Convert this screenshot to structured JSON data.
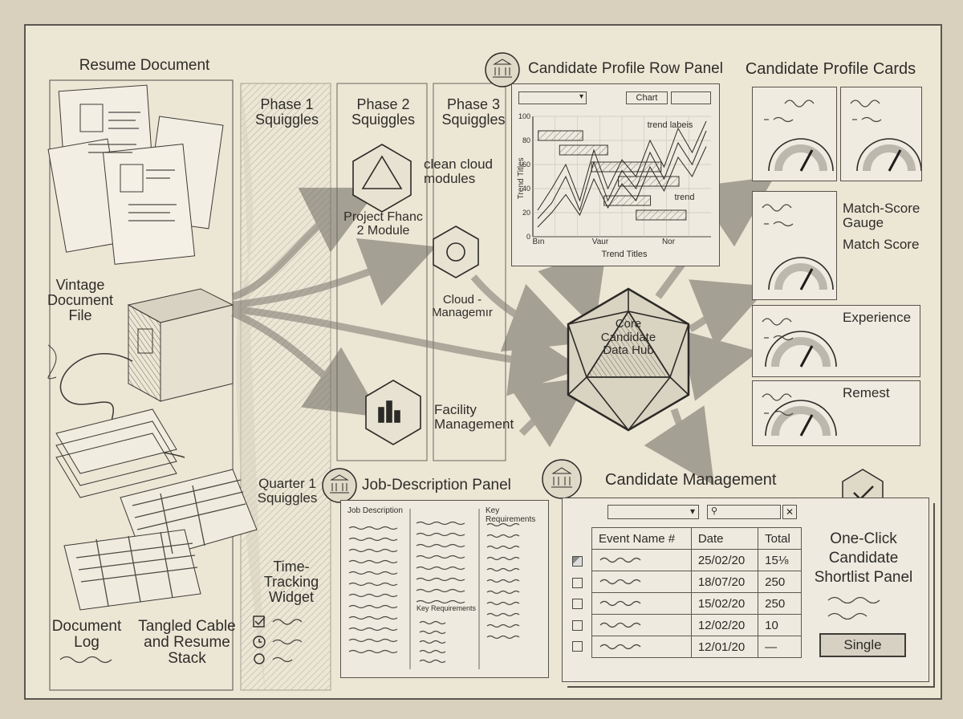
{
  "labels": {
    "resume_document": "Resume Document",
    "vintage_file": "Vintage Document File",
    "document_log": "Document Log",
    "tangled_cable": "Tangled Cable and Resume Stack",
    "phase1": "Phase 1 Squiggles",
    "phase2": "Phase 2 Squiggles",
    "phase3": "Phase 3 Squiggles",
    "clean_cloud": "clean cloud modules",
    "project_module": "Project Fhanc 2 Module",
    "cloud_management": "Cloud - Managemır",
    "facility_management": "Facility Management",
    "quarter1": "Quarter 1 Squiggles",
    "time_tracking": "Time-Tracking Widget",
    "hub": "Core Candidate Data Hub"
  },
  "profile_row_panel": {
    "title": "Candidate Profile Row Panel",
    "chart_button": "Chart",
    "trend_labels": "trend labeis",
    "trend": "trend",
    "ylabel": "Trend Titles",
    "xlabel": "Trend Titles",
    "x_ticks": [
      "Bın",
      "Vaur",
      "Nor"
    ]
  },
  "profile_cards": {
    "title": "Candidate Profile Cards",
    "match_gauge": "Match-Score Gauge",
    "match_score": "Match Score",
    "experience": "Experience",
    "remest": "Remest"
  },
  "job_panel": {
    "title": "Job-Description Panel",
    "col1": "Job Description",
    "col3": "Key Requirements",
    "col2_sub": "Key Requirements"
  },
  "candidate_management": {
    "title": "Candidate Management",
    "headers": [
      "Event Name #",
      "Date",
      "Total"
    ],
    "rows": [
      {
        "date": "25/02/20",
        "total": "15⅛",
        "checked": true
      },
      {
        "date": "18/07/20",
        "total": "250",
        "checked": false
      },
      {
        "date": "15/02/20",
        "total": "250",
        "checked": false
      },
      {
        "date": "12/02/20",
        "total": "10",
        "checked": false
      },
      {
        "date": "12/01/20",
        "total": "—",
        "checked": false
      }
    ],
    "close_glyph": "✕"
  },
  "shortlist": {
    "title": "One-Click Candidate Shortlist Panel",
    "button": "Single"
  },
  "chart_data": {
    "type": "line",
    "ylabel": "Trend Titles",
    "xlabel": "Trend Titles",
    "ylim": [
      0,
      100
    ],
    "y_ticks": [
      0,
      20,
      40,
      60,
      80,
      100
    ],
    "series": [
      {
        "values": [
          15,
          28,
          50,
          22,
          62,
          30,
          55,
          40,
          70,
          48,
          78,
          60,
          88
        ]
      },
      {
        "values": [
          8,
          20,
          35,
          18,
          48,
          24,
          44,
          30,
          58,
          38,
          66,
          50,
          75
        ]
      },
      {
        "values": [
          22,
          40,
          60,
          30,
          72,
          40,
          64,
          50,
          80,
          58,
          90,
          70,
          96
        ]
      }
    ],
    "gantt_bars": [
      {
        "start": 0.03,
        "end": 0.28,
        "y": 84
      },
      {
        "start": 0.15,
        "end": 0.42,
        "y": 72
      },
      {
        "start": 0.33,
        "end": 0.72,
        "y": 58
      },
      {
        "start": 0.48,
        "end": 0.82,
        "y": 46
      },
      {
        "start": 0.4,
        "end": 0.66,
        "y": 30
      },
      {
        "start": 0.58,
        "end": 0.86,
        "y": 18
      }
    ]
  },
  "colors": {
    "paper": "#ece6d5",
    "ink": "#2b2a26",
    "frame": "#5a5750"
  }
}
